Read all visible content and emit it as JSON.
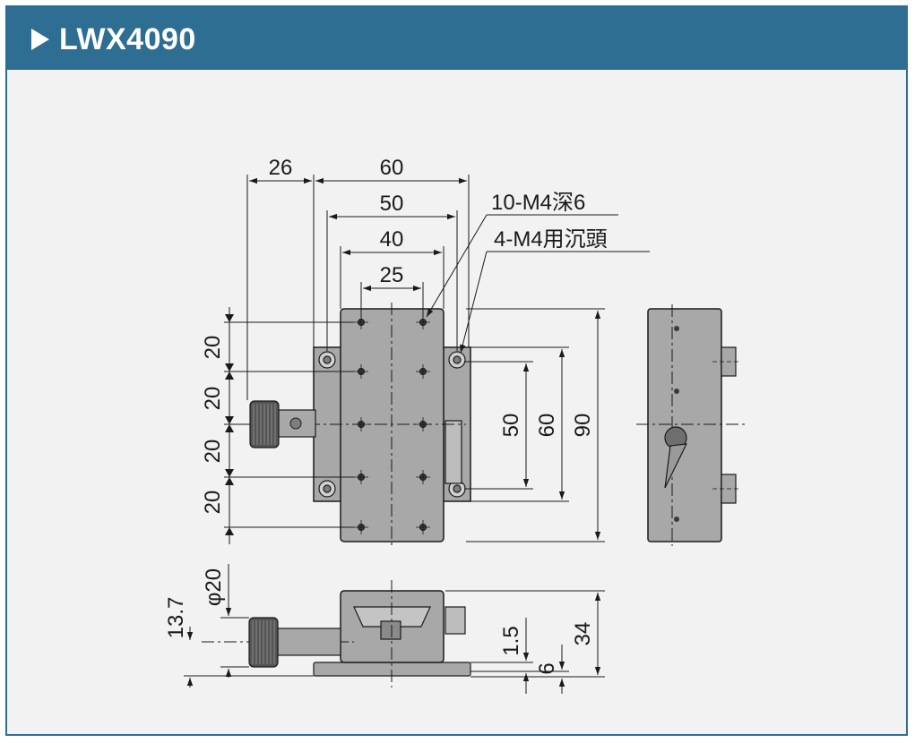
{
  "header": {
    "title": "LWX4090",
    "bg_color": "#2e6e92",
    "icon": "play-triangle-icon"
  },
  "callouts": {
    "tapped_holes": "10-M4深6",
    "counterbore": "4-M4用沉頭"
  },
  "dims": {
    "top": {
      "d26": "26",
      "d60": "60",
      "d50": "50",
      "d40": "40",
      "d25": "25"
    },
    "left": {
      "p1": "20",
      "p2": "20",
      "p3": "20",
      "p4": "20"
    },
    "right": {
      "d50": "50",
      "d60": "60",
      "d90": "90"
    },
    "bottom": {
      "phi20": "φ20",
      "d13_7": "13.7",
      "d1_5": "1.5",
      "d6": "6",
      "d34": "34"
    }
  },
  "colors": {
    "part_fill": "#a8a8a8",
    "part_dark": "#7e7e7e",
    "line": "#1a1a1a"
  }
}
